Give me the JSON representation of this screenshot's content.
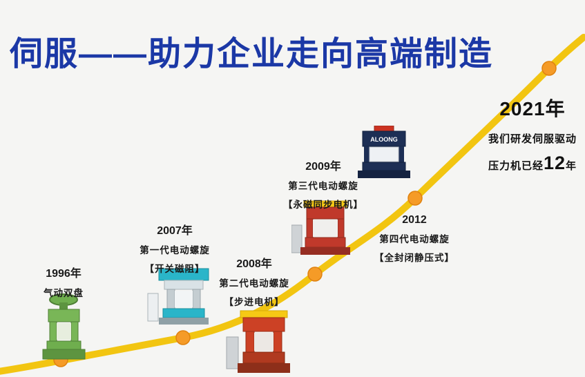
{
  "title": "伺服——助力企业走向高端制造",
  "colors": {
    "title_blue": "#1b38a6",
    "curve_yellow": "#f2c511",
    "dot_orange": "#f59b27"
  },
  "milestones": [
    {
      "year": "1996年",
      "lines": [
        "气动双盘"
      ]
    },
    {
      "year": "2007年",
      "lines": [
        "第一代电动螺旋",
        "【开关磁阻】"
      ]
    },
    {
      "year": "2008年",
      "lines": [
        "第二代电动螺旋",
        "【步进电机】"
      ]
    },
    {
      "year": "2009年",
      "lines": [
        "第三代电动螺旋",
        "【永磁同步电机】"
      ]
    },
    {
      "year": "2012",
      "lines": [
        "第四代电动螺旋",
        "【全封闭静压式】"
      ]
    }
  ],
  "highlight": {
    "year": "2021年",
    "line1": "我们研发伺服驱动",
    "line2_prefix": "压力机已经",
    "line2_number": "12",
    "line2_suffix": "年"
  },
  "machine_brand": "ALOONG"
}
